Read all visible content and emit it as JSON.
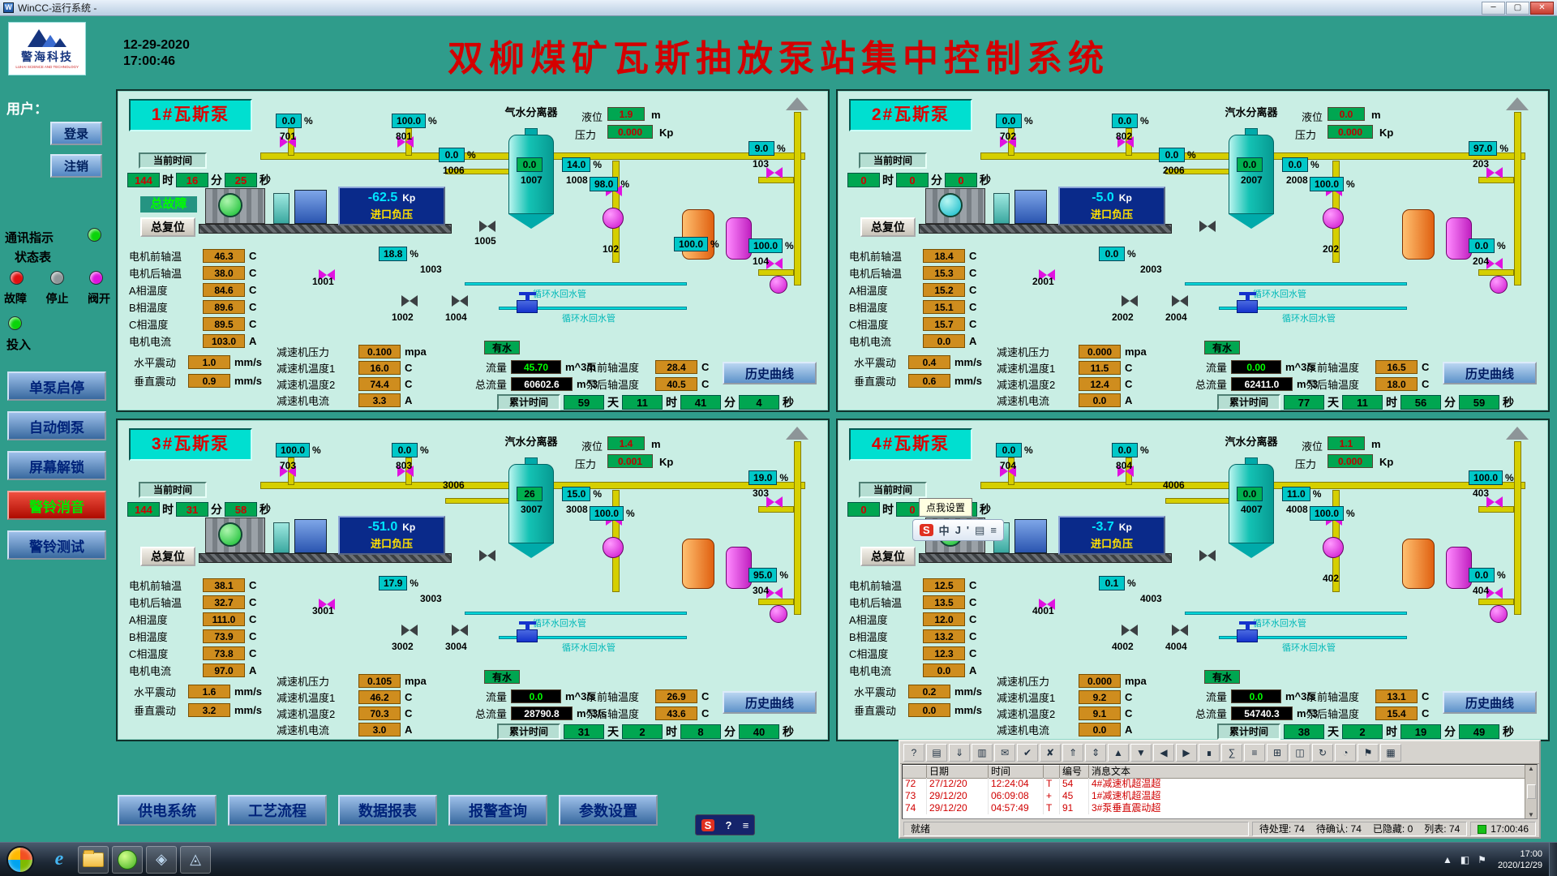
{
  "window": {
    "title": "WinCC-运行系统 -",
    "min": "─",
    "max": "▢",
    "close": "✕"
  },
  "header": {
    "logo_name": "警海科技",
    "logo_sub": "LUHAI SCIENCE AND TECHNOLOGY",
    "date": "12-29-2020",
    "time": "17:00:46",
    "title": "双柳煤矿瓦斯抽放泵站集中控制系统"
  },
  "colors": {
    "background": "#2f9c8b",
    "panel": "#c9eee4",
    "title_red": "#d40000",
    "value_orange": "#cf8d1e",
    "value_green": "#00a651",
    "value_cyan": "#00c8c8",
    "alarm_text": "#d00000"
  },
  "sidebar": {
    "user_label": "用户：",
    "login": "登录",
    "logout": "注销",
    "comm_label": "通讯指示",
    "status_label": "状态表",
    "legend": [
      {
        "label": "故障",
        "color": "#e01010"
      },
      {
        "label": "停止",
        "color": "#8f9799"
      },
      {
        "label": "阀开",
        "color": "#de12de"
      }
    ],
    "invest_label": "投入",
    "nav": [
      {
        "label": "单泵启停"
      },
      {
        "label": "自动倒泵"
      },
      {
        "label": "屏幕解锁"
      },
      {
        "label": "警铃消音"
      },
      {
        "label": "警铃测试"
      }
    ]
  },
  "common": {
    "hour": "时",
    "minute": "分",
    "second": "秒",
    "day": "天"
  },
  "pumps": [
    {
      "name": "1#瓦斯泵",
      "cur_time_label": "当前时间",
      "t_h": "144",
      "t_m": "16",
      "t_s": "25",
      "fault": "总故障",
      "reset": "总复位",
      "rows": [
        {
          "label": "电机前轴温",
          "value": "46.3",
          "unit": "C"
        },
        {
          "label": "电机后轴温",
          "value": "38.0",
          "unit": "C"
        },
        {
          "label": "A相温度",
          "value": "84.6",
          "unit": "C"
        },
        {
          "label": "B相温度",
          "value": "89.6",
          "unit": "C"
        },
        {
          "label": "C相温度",
          "value": "89.5",
          "unit": "C"
        },
        {
          "label": "电机电流",
          "value": "103.0",
          "unit": "A"
        }
      ],
      "vib": [
        {
          "label": "水平震动",
          "value": "1.0",
          "unit": "mm/s"
        },
        {
          "label": "垂直震动",
          "value": "0.9",
          "unit": "mm/s"
        }
      ],
      "red": [
        {
          "label": "减速机压力",
          "value": "0.100",
          "unit": "mpa"
        },
        {
          "label": "减速机温度1",
          "value": "16.0",
          "unit": "C"
        },
        {
          "label": "减速机温度2",
          "value": "74.4",
          "unit": "C"
        },
        {
          "label": "减速机电流",
          "value": "3.3",
          "unit": "A"
        }
      ],
      "water": "有水",
      "flow_label": "流量",
      "flow": "45.70",
      "flow_unit": "m^3/h",
      "tflow_label": "总流量",
      "tflow": "60602.6",
      "tflow_unit": "m^3",
      "pf_label": "泵前轴温度",
      "pf": "28.4",
      "pf_unit": "C",
      "pr_label": "泵后轴温度",
      "pr": "40.5",
      "pr_unit": "C",
      "hist": "历史曲线",
      "rt_label": "累计时间",
      "rt_d": "59",
      "rt_h": "11",
      "rt_m": "41",
      "rt_s": "4",
      "sep_label": "气水分离器",
      "lvl_label": "液位",
      "lvl": "1.9",
      "lvl_unit": "m",
      "prs_label": "压力",
      "prs": "0.000",
      "prs_unit": "Kp",
      "inlet": "-62.5",
      "inlet_unit": "Kp",
      "inlet_label": "进口负压",
      "pipe_label": "循环水回水管",
      "wheel": "green",
      "badges": [
        {
          "v": "0.0",
          "t": "701"
        },
        {
          "v": "100.0",
          "t": "801"
        },
        {
          "v": "0.0",
          "t": "1006"
        },
        {
          "v": "0.0",
          "t": "1007"
        },
        {
          "v": "14.0",
          "t": "1008"
        },
        {
          "v": "98.0",
          "t": "102"
        },
        {
          "v": "9.0",
          "t": "103"
        },
        {
          "v": "100.0",
          "t": "104"
        },
        {
          "v": "18.8",
          "t": "1003"
        },
        {
          "v": "100.0",
          "t": ""
        }
      ],
      "xtags": [
        "1001",
        "1002",
        "1004",
        "1005"
      ]
    },
    {
      "name": "2#瓦斯泵",
      "cur_time_label": "当前时间",
      "t_h": "0",
      "t_m": "0",
      "t_s": "0",
      "fault": "",
      "reset": "总复位",
      "rows": [
        {
          "label": "电机前轴温",
          "value": "18.4",
          "unit": "C"
        },
        {
          "label": "电机后轴温",
          "value": "15.3",
          "unit": "C"
        },
        {
          "label": "A相温度",
          "value": "15.2",
          "unit": "C"
        },
        {
          "label": "B相温度",
          "value": "15.1",
          "unit": "C"
        },
        {
          "label": "C相温度",
          "value": "15.7",
          "unit": "C"
        },
        {
          "label": "电机电流",
          "value": "0.0",
          "unit": "A"
        }
      ],
      "vib": [
        {
          "label": "水平震动",
          "value": "0.4",
          "unit": "mm/s"
        },
        {
          "label": "垂直震动",
          "value": "0.6",
          "unit": "mm/s"
        }
      ],
      "red": [
        {
          "label": "减速机压力",
          "value": "0.000",
          "unit": "mpa"
        },
        {
          "label": "减速机温度1",
          "value": "11.5",
          "unit": "C"
        },
        {
          "label": "减速机温度2",
          "value": "12.4",
          "unit": "C"
        },
        {
          "label": "减速机电流",
          "value": "0.0",
          "unit": "A"
        }
      ],
      "water": "有水",
      "flow_label": "流量",
      "flow": "0.00",
      "flow_unit": "m^3/s",
      "tflow_label": "总流量",
      "tflow": "62411.0",
      "tflow_unit": "m^3",
      "pf_label": "泵前轴温度",
      "pf": "16.5",
      "pf_unit": "C",
      "pr_label": "泵后轴温度",
      "pr": "18.0",
      "pr_unit": "C",
      "hist": "历史曲线",
      "rt_label": "累计时间",
      "rt_d": "77",
      "rt_h": "11",
      "rt_m": "56",
      "rt_s": "59",
      "sep_label": "汽水分离器",
      "lvl_label": "液位",
      "lvl": "0.0",
      "lvl_unit": "m",
      "prs_label": "压力",
      "prs": "0.000",
      "prs_unit": "Kp",
      "inlet": "-5.0",
      "inlet_unit": "Kp",
      "inlet_label": "进口负压",
      "pipe_label": "循环水回水管",
      "wheel": "cyan",
      "badges": [
        {
          "v": "0.0",
          "t": "702"
        },
        {
          "v": "0.0",
          "t": "802"
        },
        {
          "v": "0.0",
          "t": "2006"
        },
        {
          "v": "0.0",
          "t": "2007"
        },
        {
          "v": "0.0",
          "t": "2008"
        },
        {
          "v": "100.0",
          "t": "202"
        },
        {
          "v": "97.0",
          "t": "203"
        },
        {
          "v": "0.0",
          "t": "204"
        },
        {
          "v": "0.0",
          "t": "2003"
        },
        null
      ],
      "xtags": [
        "2001",
        "2002",
        "2004",
        ""
      ]
    },
    {
      "name": "3#瓦斯泵",
      "cur_time_label": "当前时间",
      "t_h": "144",
      "t_m": "31",
      "t_s": "58",
      "fault": "",
      "reset": "总复位",
      "rows": [
        {
          "label": "电机前轴温",
          "value": "38.1",
          "unit": "C"
        },
        {
          "label": "电机后轴温",
          "value": "32.7",
          "unit": "C"
        },
        {
          "label": "A相温度",
          "value": "111.0",
          "unit": "C"
        },
        {
          "label": "B相温度",
          "value": "73.9",
          "unit": "C"
        },
        {
          "label": "C相温度",
          "value": "73.8",
          "unit": "C"
        },
        {
          "label": "电机电流",
          "value": "97.0",
          "unit": "A"
        }
      ],
      "vib": [
        {
          "label": "水平震动",
          "value": "1.6",
          "unit": "mm/s"
        },
        {
          "label": "垂直震动",
          "value": "3.2",
          "unit": "mm/s"
        }
      ],
      "red": [
        {
          "label": "减速机压力",
          "value": "0.105",
          "unit": "mpa"
        },
        {
          "label": "减速机温度1",
          "value": "46.2",
          "unit": "C"
        },
        {
          "label": "减速机温度2",
          "value": "70.3",
          "unit": "C"
        },
        {
          "label": "减速机电流",
          "value": "3.0",
          "unit": "A"
        }
      ],
      "water": "有水",
      "flow_label": "流量",
      "flow": "0.0",
      "flow_unit": "m^3/s",
      "tflow_label": "总流量",
      "tflow": "28790.8",
      "tflow_unit": "m^3/s",
      "pf_label": "泵前轴温度",
      "pf": "26.9",
      "pf_unit": "C",
      "pr_label": "泵后轴温度",
      "pr": "43.6",
      "pr_unit": "C",
      "hist": "历史曲线",
      "rt_label": "累计时间",
      "rt_d": "31",
      "rt_h": "2",
      "rt_m": "8",
      "rt_s": "40",
      "sep_label": "汽水分离器",
      "lvl_label": "液位",
      "lvl": "1.4",
      "lvl_unit": "m",
      "prs_label": "压力",
      "prs": "0.001",
      "prs_unit": "Kp",
      "inlet": "-51.0",
      "inlet_unit": "Kp",
      "inlet_label": "进口负压",
      "pipe_label": "循环水回水管",
      "wheel": "green",
      "badges": [
        {
          "v": "100.0",
          "t": "703"
        },
        {
          "v": "0.0",
          "t": "803"
        },
        {
          "v": "",
          "t": "3006"
        },
        {
          "v": "26",
          "t": "3007"
        },
        {
          "v": "15.0",
          "t": "3008"
        },
        {
          "v": "100.0",
          "t": ""
        },
        {
          "v": "19.0",
          "t": "303"
        },
        {
          "v": "95.0",
          "t": "304"
        },
        {
          "v": "17.9",
          "t": "3003"
        },
        null
      ],
      "xtags": [
        "3001",
        "3002",
        "3004",
        ""
      ]
    },
    {
      "name": "4#瓦斯泵",
      "cur_time_label": "当前时间",
      "t_h": "0",
      "t_m": "0",
      "t_s": "0",
      "fault": "",
      "reset": "总复位",
      "rows": [
        {
          "label": "电机前轴温",
          "value": "12.5",
          "unit": "C"
        },
        {
          "label": "电机后轴温",
          "value": "13.5",
          "unit": "C"
        },
        {
          "label": "A相温度",
          "value": "12.0",
          "unit": "C"
        },
        {
          "label": "B相温度",
          "value": "13.2",
          "unit": "C"
        },
        {
          "label": "C相温度",
          "value": "12.3",
          "unit": "C"
        },
        {
          "label": "电机电流",
          "value": "0.0",
          "unit": "A"
        }
      ],
      "vib": [
        {
          "label": "水平震动",
          "value": "0.2",
          "unit": "mm/s"
        },
        {
          "label": "垂直震动",
          "value": "0.0",
          "unit": "mm/s"
        }
      ],
      "red": [
        {
          "label": "减速机压力",
          "value": "0.000",
          "unit": "mpa"
        },
        {
          "label": "减速机温度1",
          "value": "9.2",
          "unit": "C"
        },
        {
          "label": "减速机温度2",
          "value": "9.1",
          "unit": "C"
        },
        {
          "label": "减速机电流",
          "value": "0.0",
          "unit": "A"
        }
      ],
      "water": "有水",
      "flow_label": "流量",
      "flow": "0.0",
      "flow_unit": "m^3/s",
      "tflow_label": "总流量",
      "tflow": "54740.3",
      "tflow_unit": "m^3",
      "pf_label": "泵前轴温度",
      "pf": "13.1",
      "pf_unit": "C",
      "pr_label": "泵后轴温度",
      "pr": "15.4",
      "pr_unit": "C",
      "hist": "历史曲线",
      "rt_label": "累计时间",
      "rt_d": "38",
      "rt_h": "2",
      "rt_m": "19",
      "rt_s": "49",
      "sep_label": "汽水分离器",
      "lvl_label": "液位",
      "lvl": "1.1",
      "lvl_unit": "m",
      "prs_label": "压力",
      "prs": "0.000",
      "prs_unit": "Kp",
      "inlet": "-3.7",
      "inlet_unit": "Kp",
      "inlet_label": "进口负压",
      "pipe_label": "循环水回水管",
      "wheel": "green",
      "badges": [
        {
          "v": "0.0",
          "t": "704"
        },
        {
          "v": "0.0",
          "t": "804"
        },
        {
          "v": "",
          "t": "4006"
        },
        {
          "v": "0.0",
          "t": "4007"
        },
        {
          "v": "11.0",
          "t": "4008"
        },
        {
          "v": "100.0",
          "t": "402"
        },
        {
          "v": "100.0",
          "t": "403"
        },
        {
          "v": "0.0",
          "t": "404"
        },
        {
          "v": "0.1",
          "t": "4003"
        },
        null
      ],
      "xtags": [
        "4001",
        "4002",
        "4004",
        ""
      ],
      "popup": {
        "tooltip": "点我设置",
        "bar": [
          "S",
          "中",
          "J",
          "'",
          "▤",
          "≡"
        ]
      }
    }
  ],
  "bottom_nav": [
    "供电系统",
    "工艺流程",
    "数据报表",
    "报警查询",
    "参数设置"
  ],
  "sogou_bar": [
    "S",
    "?",
    "≡"
  ],
  "alarm": {
    "toolbar": [
      "?",
      "▤",
      "⇓",
      "▥",
      "✉",
      "✔",
      "✘",
      "⇑",
      "⇕",
      "▲",
      "▼",
      "◀",
      "▶",
      "∎",
      "∑",
      "≡",
      "⊞",
      "◫",
      "↻",
      "◔",
      "⚑",
      "▦"
    ],
    "headers": [
      "",
      "日期",
      "时间",
      "",
      "编号",
      "消息文本"
    ],
    "rows": [
      {
        "num": "72",
        "date": "27/12/20",
        "time": "12:24:04",
        "flag": "T",
        "code": "54",
        "msg": "4#减速机超温超"
      },
      {
        "num": "73",
        "date": "29/12/20",
        "time": "06:09:08",
        "flag": "+",
        "code": "45",
        "msg": "1#减速机超温超"
      },
      {
        "num": "74",
        "date": "29/12/20",
        "time": "04:57:49",
        "flag": "T",
        "code": "91",
        "msg": "3#泵垂直震动超"
      }
    ],
    "status": {
      "ready": "就绪",
      "pending": "待处理: 74",
      "unack": "待确认: 74",
      "hidden": "已隐藏: 0",
      "list": "列表: 74",
      "time": "17:00:46"
    }
  },
  "taskbar": {
    "ie": "e",
    "tray": [
      "▲",
      "◧",
      "⚑"
    ],
    "clock_time": "17:00",
    "clock_date": "2020/12/29"
  }
}
